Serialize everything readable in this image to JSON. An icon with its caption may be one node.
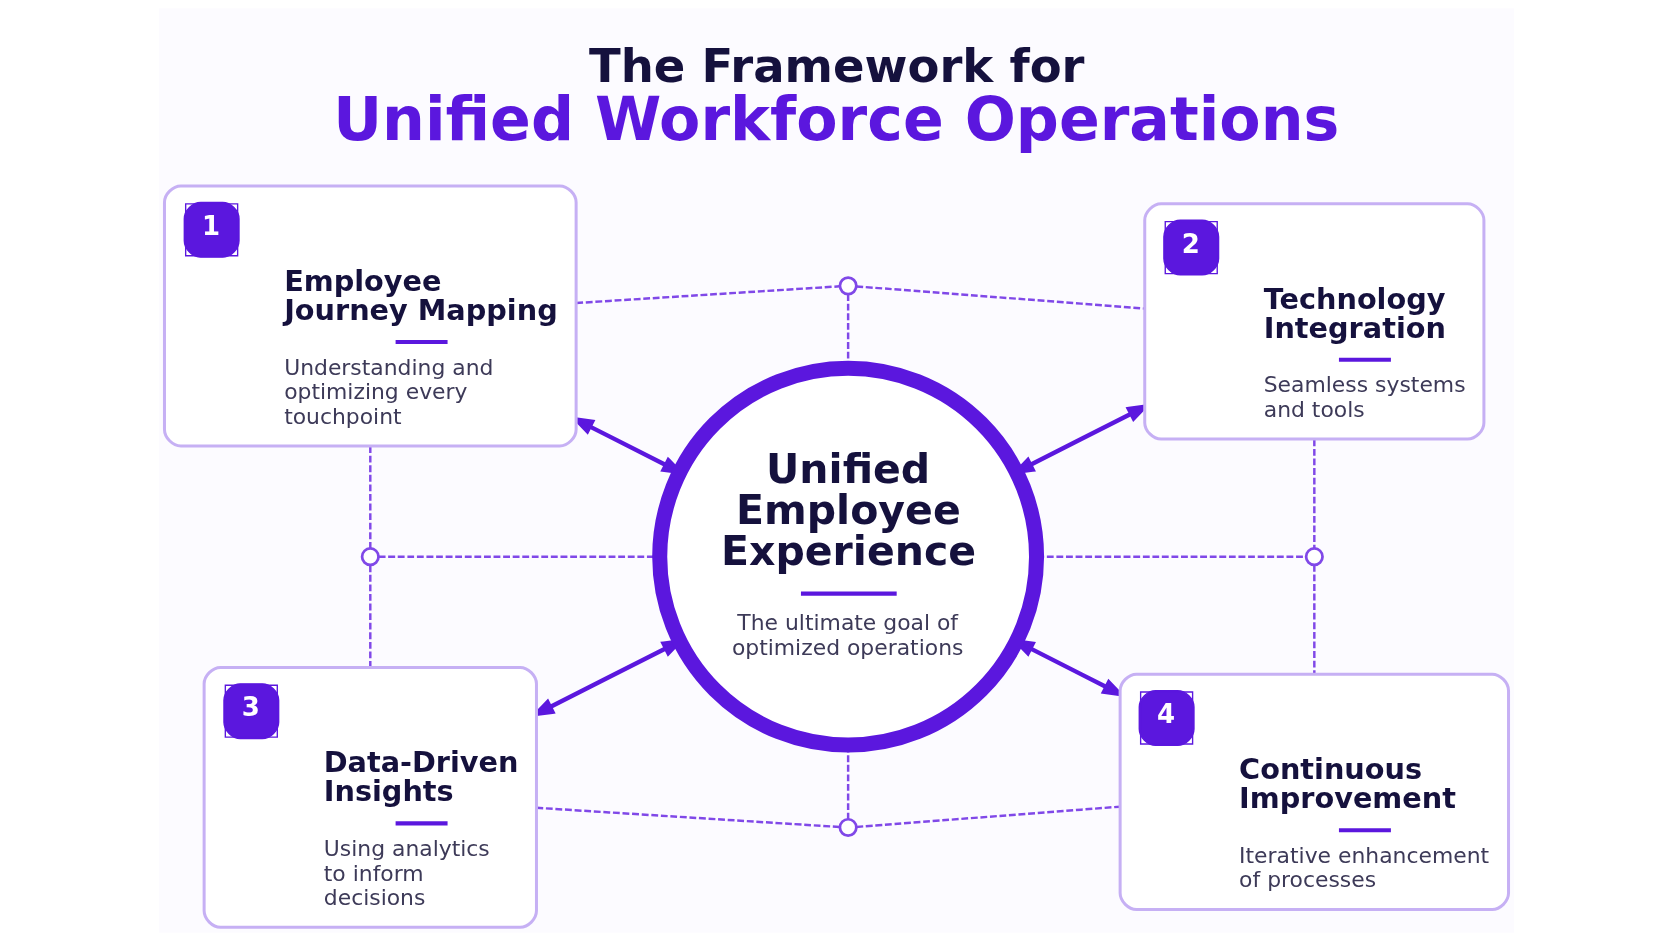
{
  "diagram": {
    "title": "The Framework for Unified Workforce Operations",
    "nodes": [
      {
        "text": [
          "1",
          "Employee Journey Mapping",
          "Understanding and optimizing every touchpoint"
        ]
      },
      {
        "text": [],
        "shape": "circle"
      },
      {
        "text": [
          "2",
          "Technology Integration",
          "Seamless systems and tools"
        ]
      },
      {
        "text": [],
        "shape": "circle"
      },
      {
        "text": [
          "Unified Employee Experience",
          "The ultimate goal of optimized operations"
        ]
      },
      {
        "text": [],
        "shape": "circle"
      },
      {
        "text": [
          "3",
          "Data-Driven Insights",
          "Using analytics to inform decisions"
        ]
      },
      {
        "text": [],
        "shape": "circle"
      },
      {
        "text": [
          "4",
          "Continuous Improvement",
          "Iterative enhancement of processes"
        ]
      }
    ],
    "edges": [
      {
        "from": 4,
        "to": 0,
        "arrow": "both"
      },
      {
        "from": 4,
        "to": 2,
        "arrow": "both"
      },
      {
        "from": 4,
        "to": 6,
        "arrow": "both"
      },
      {
        "from": 4,
        "to": 8,
        "arrow": "both"
      },
      {
        "from": 0,
        "to": 1,
        "arrow": "none",
        "style": "dashed"
      },
      {
        "from": 1,
        "to": 2,
        "arrow": "none",
        "style": "dashed"
      },
      {
        "from": 1,
        "to": 4,
        "arrow": "none",
        "style": "dashed"
      },
      {
        "from": 0,
        "to": 3,
        "arrow": "none",
        "style": "dashed"
      },
      {
        "from": 3,
        "to": 6,
        "arrow": "none",
        "style": "dashed"
      },
      {
        "from": 3,
        "to": 4,
        "arrow": "none",
        "style": "dashed"
      },
      {
        "from": 2,
        "to": 5,
        "arrow": "none",
        "style": "dashed"
      },
      {
        "from": 5,
        "to": 8,
        "arrow": "none",
        "style": "dashed"
      },
      {
        "from": 4,
        "to": 5,
        "arrow": "none",
        "style": "dashed"
      },
      {
        "from": 6,
        "to": 7,
        "arrow": "none",
        "style": "dashed"
      },
      {
        "from": 7,
        "to": 8,
        "arrow": "none",
        "style": "dashed"
      },
      {
        "from": 4,
        "to": 7,
        "arrow": "none",
        "style": "dashed"
      }
    ]
  }
}
